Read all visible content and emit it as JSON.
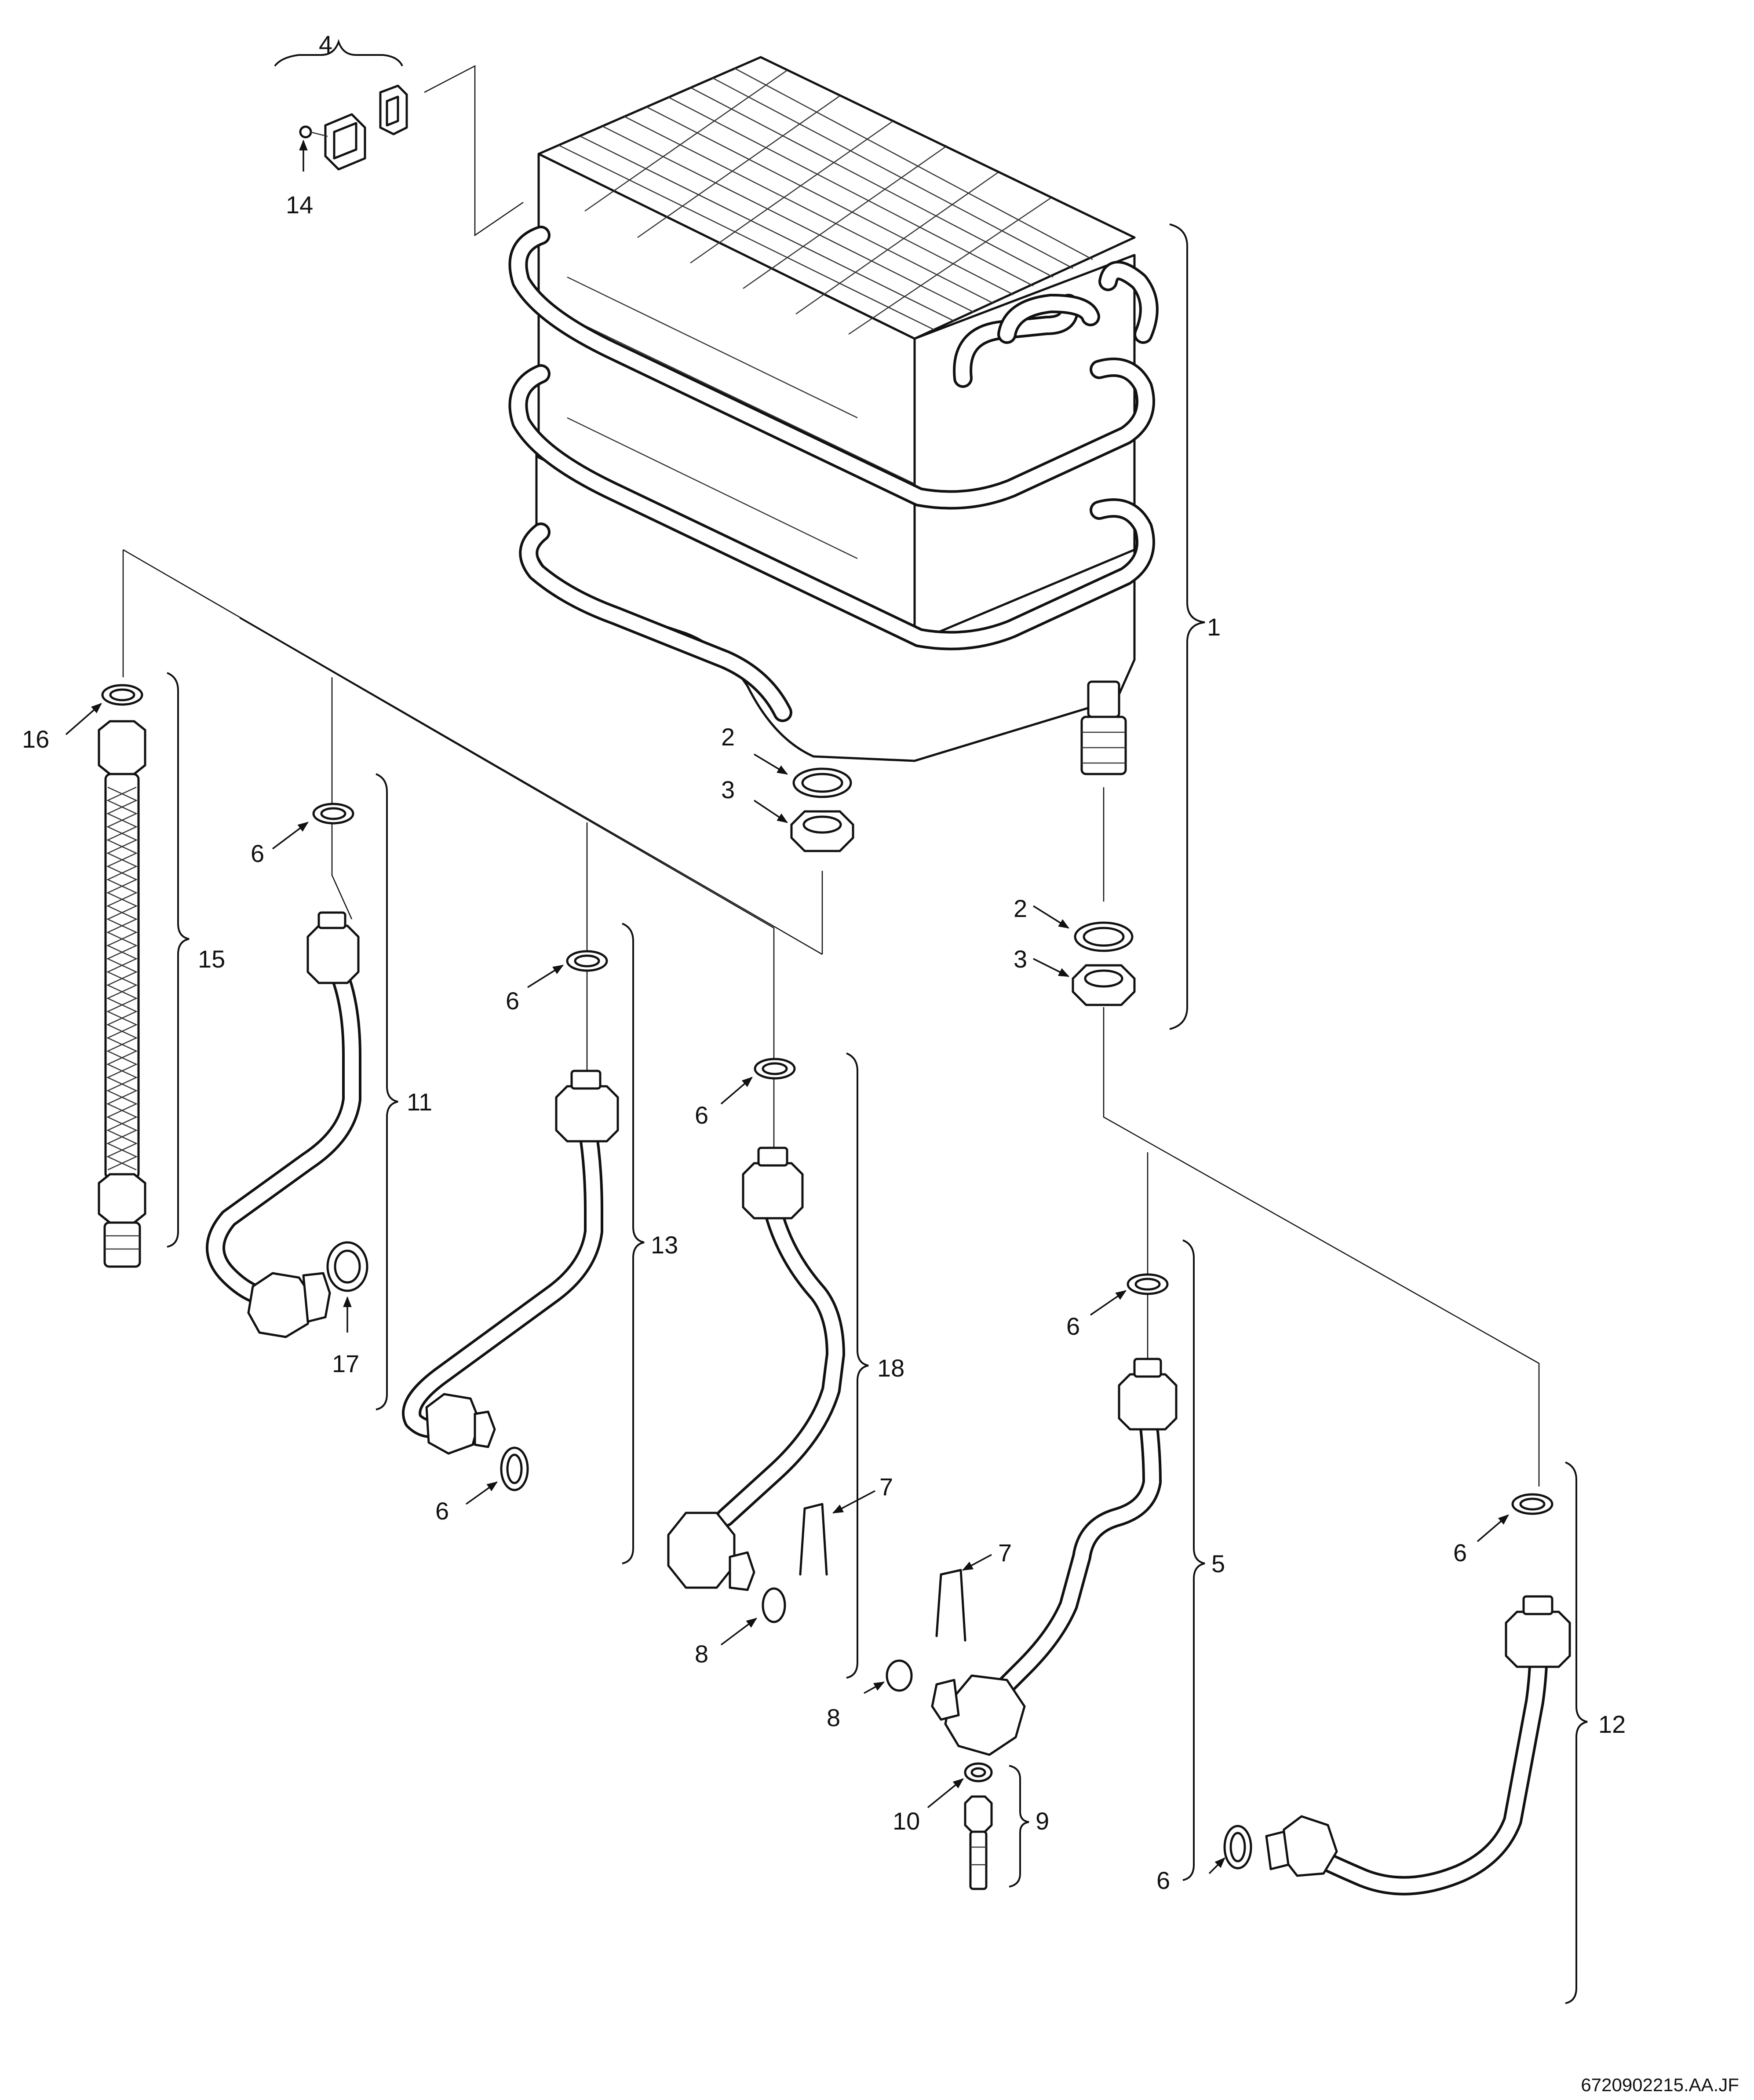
{
  "labels": {
    "p1": "1",
    "p2a": "2",
    "p3a": "3",
    "p2b": "2",
    "p3b": "3",
    "p4": "4",
    "p5": "5",
    "p6a": "6",
    "p6b": "6",
    "p6c": "6",
    "p6d": "6",
    "p6e": "6",
    "p6f": "6",
    "p6g": "6",
    "p7a": "7",
    "p7b": "7",
    "p8a": "8",
    "p8b": "8",
    "p9": "9",
    "p10": "10",
    "p11": "11",
    "p12": "12",
    "p13": "13",
    "p14": "14",
    "p15": "15",
    "p16": "16",
    "p17": "17",
    "p18": "18"
  },
  "reference": "6720902215.AA.JF"
}
